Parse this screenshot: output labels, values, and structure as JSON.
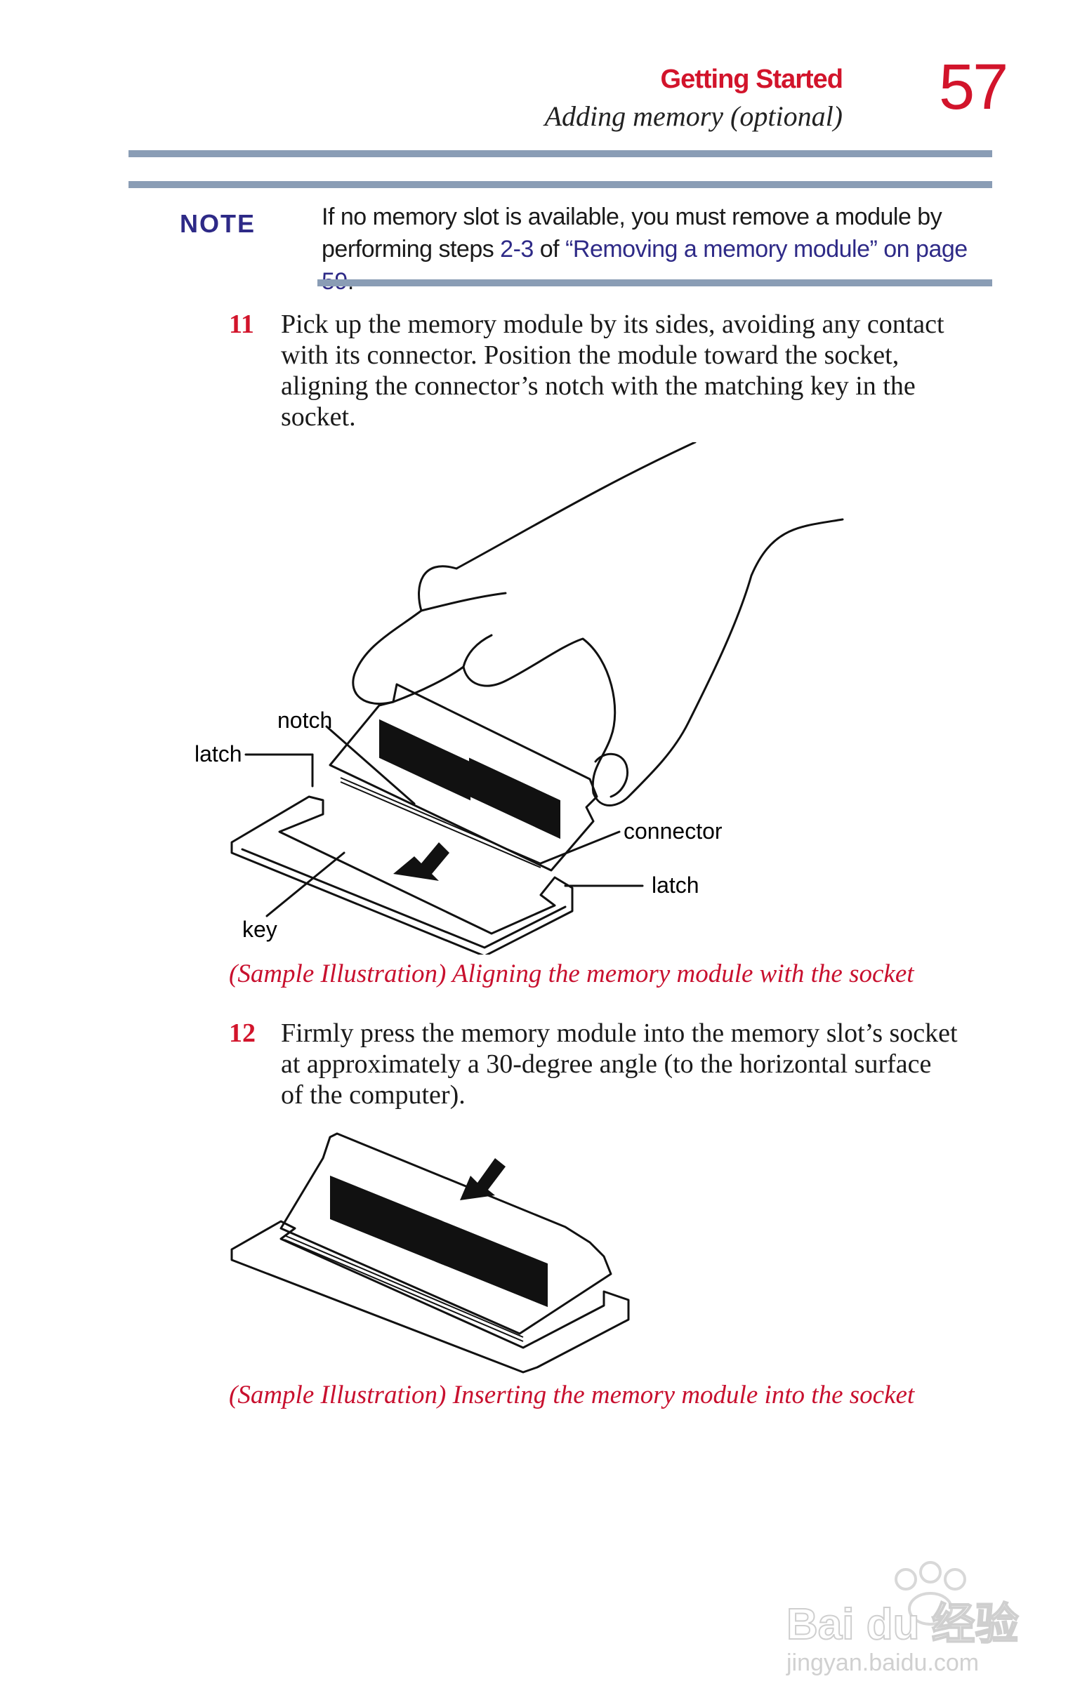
{
  "header": {
    "chapter": "Getting Started",
    "section": "Adding memory (optional)",
    "page_number": "57"
  },
  "note": {
    "label": "NOTE",
    "text_line1": "If no memory slot is available, you must remove a module by",
    "text_prefix": "performing steps ",
    "steps_link": "2-3",
    "text_middle": " of ",
    "page_link": "“Removing a memory module” on page 59",
    "text_end": "."
  },
  "steps": [
    {
      "number": "11",
      "lines": [
        "Pick up the memory module by its sides, avoiding any contact",
        "with its connector. Position the module toward the socket,",
        "aligning the connector’s notch with the matching key in the",
        "socket."
      ]
    },
    {
      "number": "12",
      "lines": [
        "Firmly press the memory module into the memory slot’s socket",
        "at approximately a 30-degree angle (to the horizontal surface",
        "of the computer)."
      ]
    }
  ],
  "figure1": {
    "labels": {
      "notch": "notch",
      "latch_left": "latch",
      "connector": "connector",
      "latch_right": "latch",
      "key": "key"
    },
    "caption": "(Sample Illustration) Aligning the memory module with the socket"
  },
  "figure2": {
    "caption": "(Sample Illustration) Inserting the memory module into the socket"
  },
  "watermark": {
    "brand": "Bai du 经验",
    "url": "jingyan.baidu.com"
  },
  "colors": {
    "accent_red": "#d2142b",
    "link_blue": "#2e2a87",
    "rule_gray_blue": "#8a9db5"
  }
}
